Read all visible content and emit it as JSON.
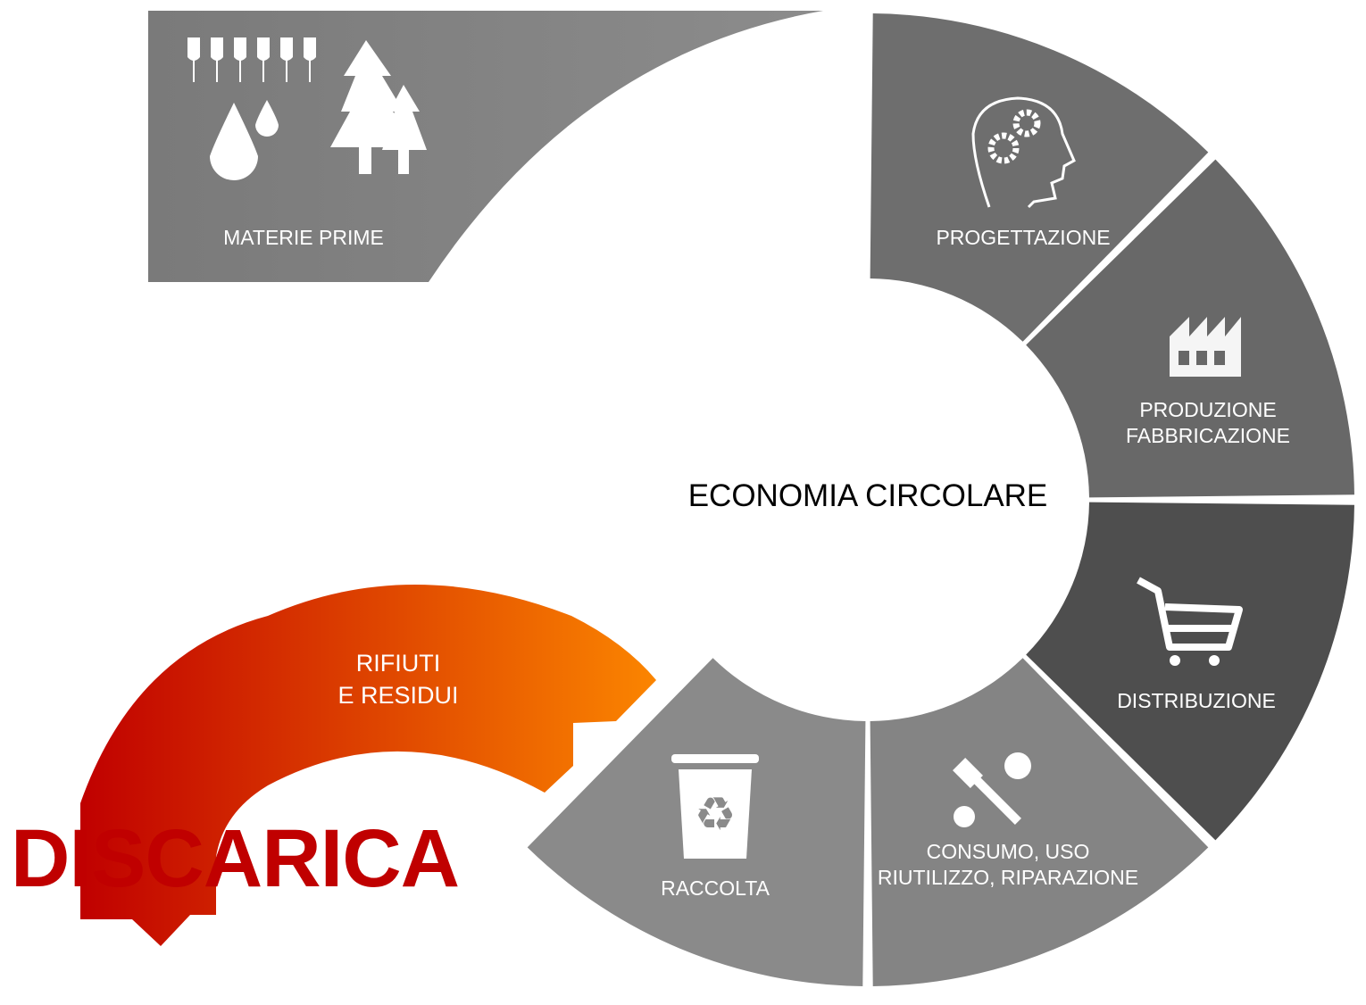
{
  "title": "ECONOMIA CIRCOLARE",
  "stages": [
    {
      "id": "materie-prime",
      "label": "MATERIE PRIME",
      "icon": "raw-materials-icon",
      "color": "#858585"
    },
    {
      "id": "progettazione",
      "label": "PROGETTAZIONE",
      "icon": "head-gears-icon",
      "color": "#6e6e6e"
    },
    {
      "id": "produzione",
      "label_line1": "PRODUZIONE",
      "label_line2": "FABBRICAZIONE",
      "icon": "factory-icon",
      "color": "#686868"
    },
    {
      "id": "distribuzione",
      "label": "DISTRIBUZIONE",
      "icon": "shopping-cart-icon",
      "color": "#4e4e4e"
    },
    {
      "id": "consumo",
      "label_line1": "CONSUMO, USO",
      "label_line2": "RIUTILIZZO, RIPARAZIONE",
      "icon": "tools-icon",
      "color": "#848484"
    },
    {
      "id": "raccolta",
      "label": "RACCOLTA",
      "icon": "recycle-bin-icon",
      "color": "#8a8a8a"
    }
  ],
  "waste": {
    "label_line1": "RIFIUTI",
    "label_line2": "E RESIDUI",
    "gradient_start": "#c00000",
    "gradient_end": "#fb8500"
  },
  "landfill": {
    "label": "DISCARICA",
    "color": "#c00000"
  }
}
